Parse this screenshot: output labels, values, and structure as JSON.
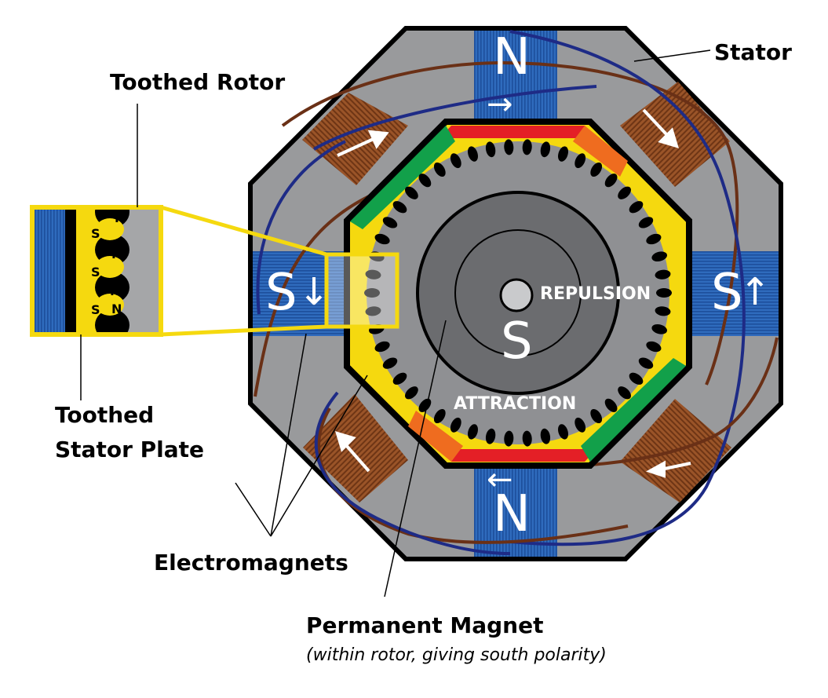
{
  "labels": {
    "stator": "Stator",
    "toothed_rotor": "Toothed Rotor",
    "toothed_stator_plate_line1": "Toothed",
    "toothed_stator_plate_line2": "Stator Plate",
    "electromagnets": "Electromagnets",
    "permanent_magnet": "Permanent Magnet",
    "permanent_magnet_note": "(within rotor, giving south polarity)",
    "repulsion": "REPULSION",
    "attraction": "ATTRACTION"
  },
  "poles": {
    "top": "N",
    "bottom": "N",
    "left": "S",
    "right": "S",
    "rotor": "S"
  },
  "inset_poles": {
    "stator_side": [
      "S",
      "S",
      "S"
    ],
    "rotor_side": [
      "N",
      "N",
      "N",
      "N",
      "N"
    ]
  },
  "colors": {
    "stator_gray": "#999a9c",
    "rotor_gray": "#8f9093",
    "magnet_dark": "#6b6c6f",
    "pole_blue": "#2a64b6",
    "coil_brown": "#8a4a22",
    "wire_blue": "#1e2b86",
    "wire_brown": "#6a3016",
    "yellow": "#f5d90f",
    "orange": "#ef6c1f",
    "red": "#e41f26",
    "green": "#12a04a"
  }
}
